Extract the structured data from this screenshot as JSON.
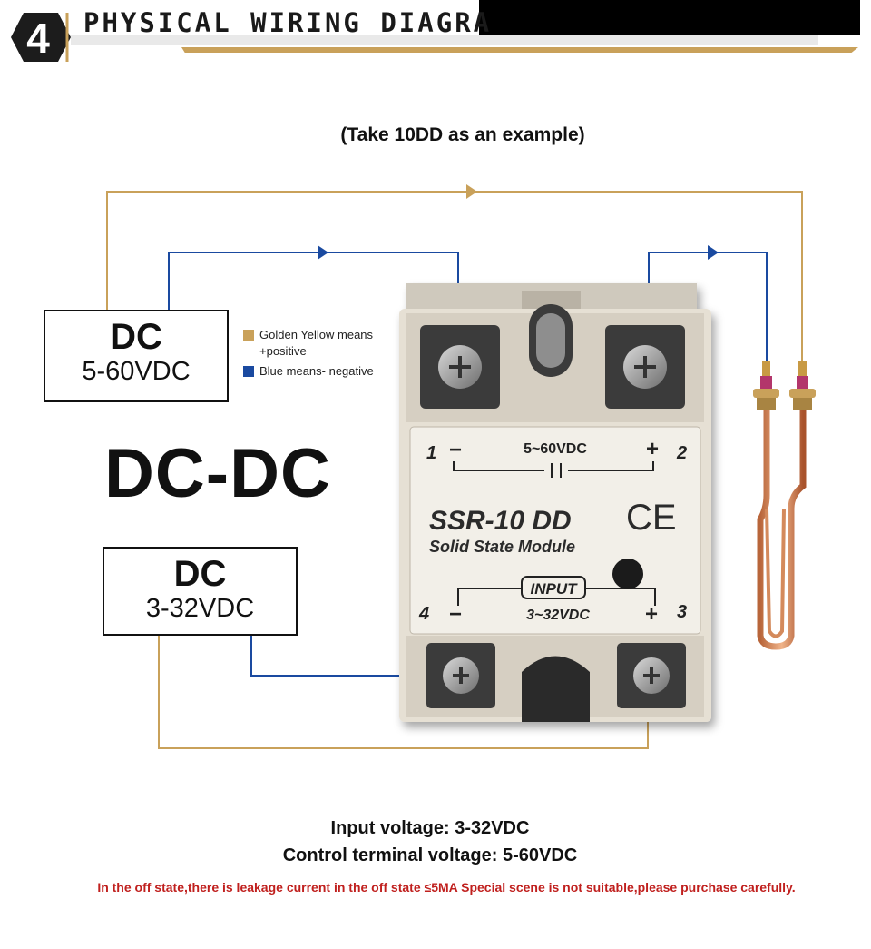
{
  "header": {
    "badge_number": "4",
    "title": "PHYSICAL WIRING DIAGRA",
    "accent_color": "#c9a15a"
  },
  "subtitle": "(Take 10DD as an example)",
  "load_supply": {
    "title": "DC",
    "voltage": "5-60VDC"
  },
  "legend": [
    {
      "color": "#c9a15a",
      "label": "Golden Yellow means +positive"
    },
    {
      "color": "#1a4aa0",
      "label": "Blue means- negative"
    }
  ],
  "mode_label": "DC-DC",
  "control_supply": {
    "title": "DC",
    "voltage": "3-32VDC"
  },
  "module": {
    "output_range": "5~60VDC",
    "model": "SSR-10 DD",
    "name": "Solid State Module",
    "ce_mark": "CE",
    "input_label": "INPUT",
    "input_range": "3~32VDC",
    "terminals": {
      "t1": "1",
      "t2": "2",
      "t3": "3",
      "t4": "4",
      "minus": "−",
      "plus": "+"
    }
  },
  "wire_colors": {
    "positive": "#c9a15a",
    "negative": "#1a4aa0"
  },
  "specs": {
    "input": "Input voltage: 3-32VDC",
    "control": "Control terminal voltage: 5-60VDC"
  },
  "warning": "In the off state,there is leakage current in the off state ≤5MA Special scene is not suitable,please purchase carefully."
}
